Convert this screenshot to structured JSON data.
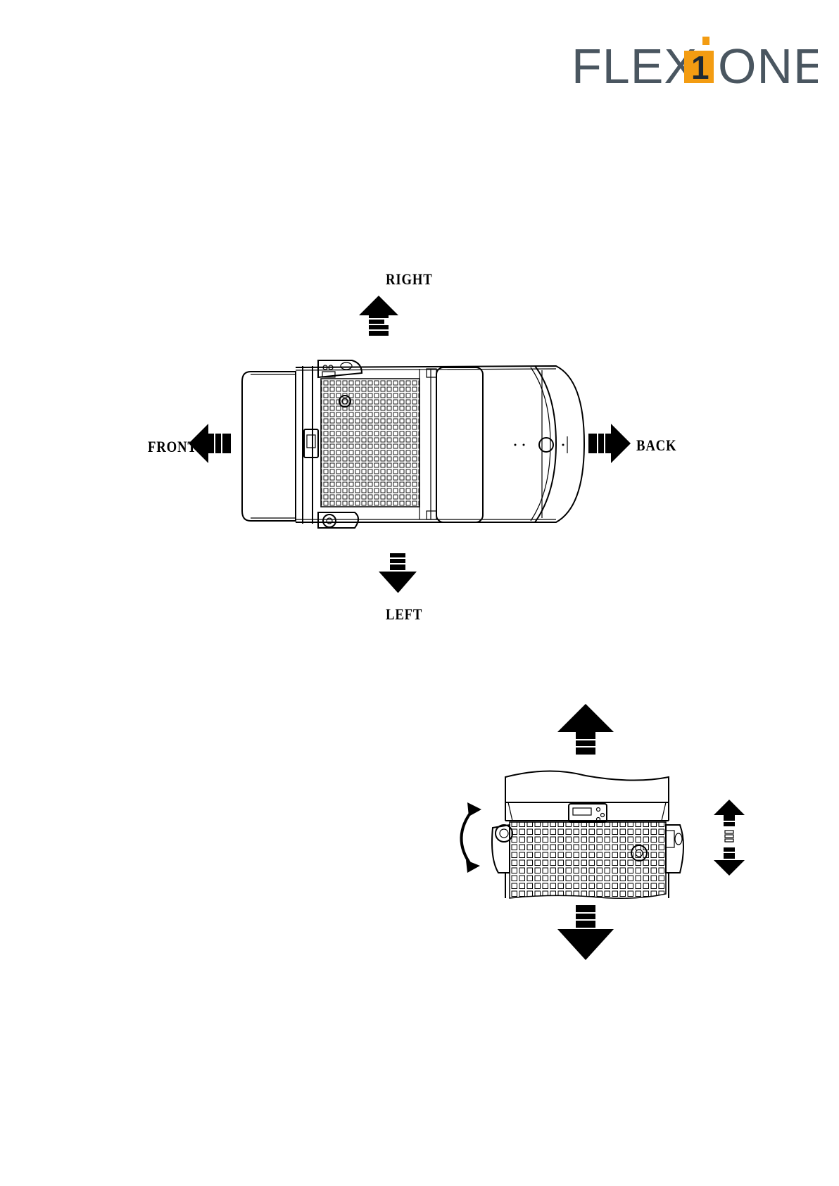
{
  "brand": {
    "logo_text_left": "FLEX",
    "logo_digit": "1",
    "logo_text_right": "ONE",
    "accent_color": "#f39c12",
    "text_color": "#4a5660"
  },
  "top_view": {
    "labels": {
      "right": "RIGHT",
      "left": "LEFT",
      "front": "FRONT",
      "back": "BACK"
    }
  },
  "icons": [
    "arrow-up-icon",
    "arrow-down-icon",
    "arrow-left-icon",
    "arrow-right-icon",
    "rotate-arrow-icon",
    "up-down-arrow-icon"
  ]
}
